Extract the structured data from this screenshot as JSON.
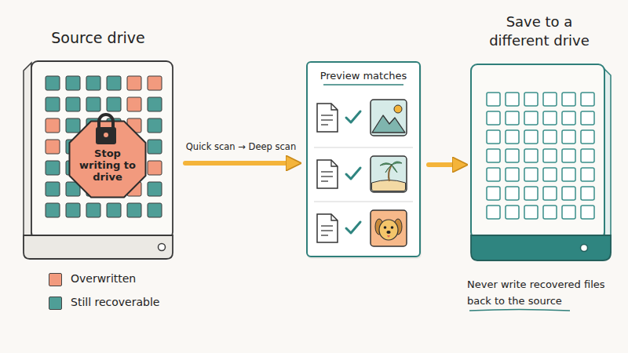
{
  "diagram": {
    "nodes": [
      {
        "text": [
          "Source drive"
        ]
      },
      {
        "text": [
          "Stop writing to drive"
        ],
        "in": 0
      },
      {
        "text": [
          "Preview matches"
        ]
      },
      {
        "text": [
          "Save to a different drive"
        ]
      }
    ],
    "edges": [
      {
        "from": 0,
        "to": 2,
        "arrow": "to",
        "label": "Quick scan → Deep scan"
      },
      {
        "from": 2,
        "to": 3,
        "arrow": "to"
      }
    ],
    "labels": [
      "Never write recovered files back to the source"
    ],
    "legend": [
      {
        "text": "Overwritten",
        "color": "#f29a7e"
      },
      {
        "text": "Still recoverable",
        "color": "#4f9e97"
      }
    ]
  }
}
